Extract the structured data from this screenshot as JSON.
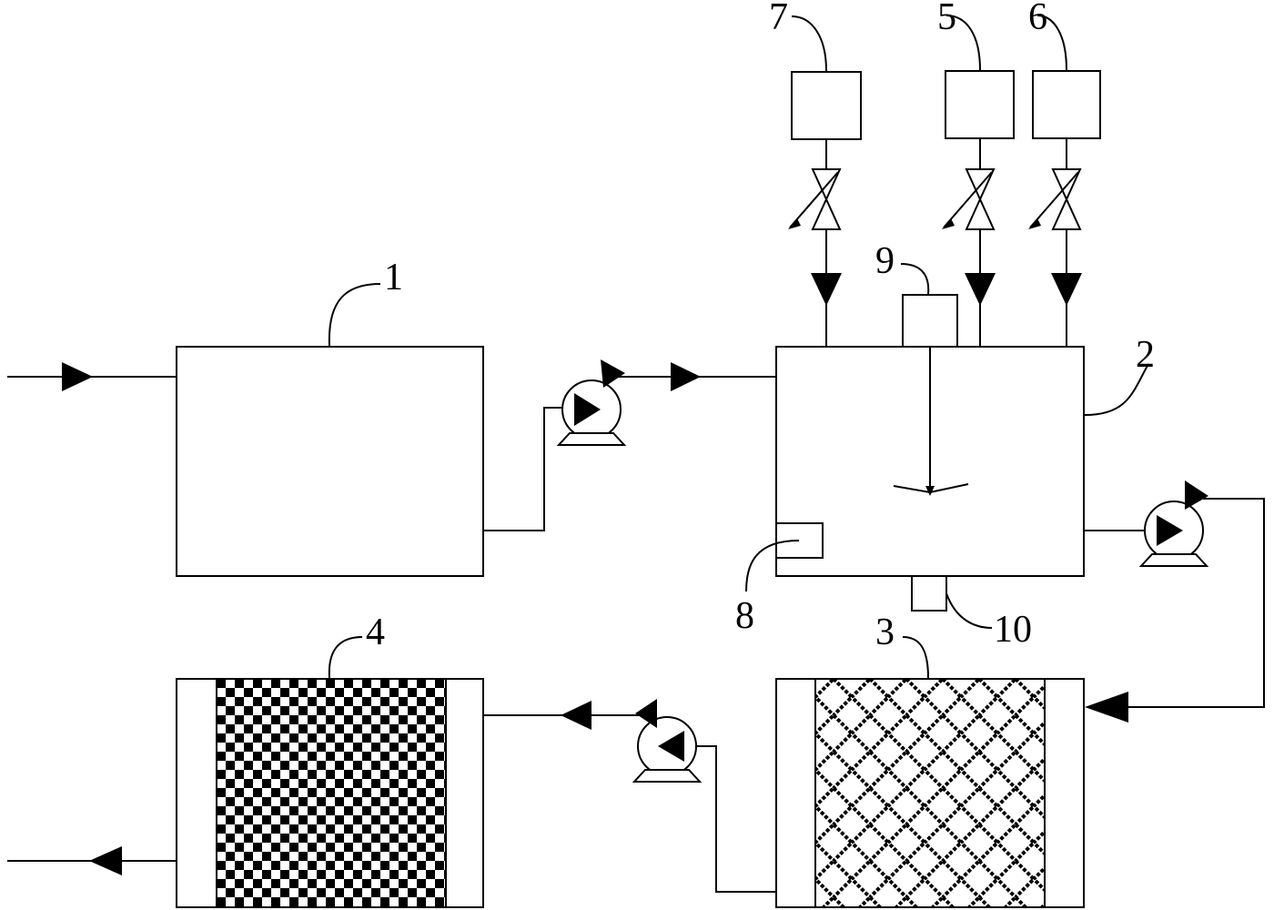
{
  "labels": {
    "unit_1": "1",
    "unit_2": "2",
    "unit_3": "3",
    "unit_4": "4",
    "dosing_5": "5",
    "dosing_6": "6",
    "dosing_7": "7",
    "sensor_8": "8",
    "motor_9": "9",
    "sensor_10": "10"
  }
}
